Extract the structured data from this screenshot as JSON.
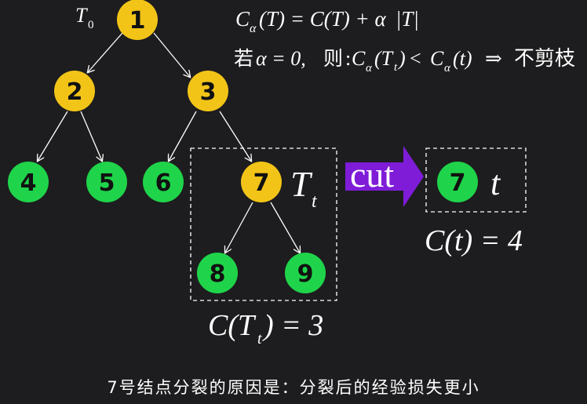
{
  "tree": {
    "root_label": "T",
    "root_label_sub": "0",
    "nodes": [
      {
        "id": "1",
        "color": "yellow"
      },
      {
        "id": "2",
        "color": "yellow"
      },
      {
        "id": "3",
        "color": "yellow"
      },
      {
        "id": "4",
        "color": "green"
      },
      {
        "id": "5",
        "color": "green"
      },
      {
        "id": "6",
        "color": "green"
      },
      {
        "id": "7",
        "color": "yellow"
      },
      {
        "id": "8",
        "color": "green"
      },
      {
        "id": "9",
        "color": "green"
      }
    ],
    "subtree_label": "T",
    "subtree_label_sub": "t",
    "subtree_cost": {
      "lhs": "C(T",
      "sub": "t",
      "rhs": ") = 3"
    }
  },
  "formulas": {
    "line1": {
      "a": "C",
      "a_sub": "α",
      "b": "(T) = C(T) + α",
      "c": "|T|"
    },
    "line2": {
      "prefix": "若",
      "alpha_eq": "α = 0,",
      "then": "则",
      "colon": ":",
      "c1": "C",
      "c1_sub": "α",
      "c1_arg": "(T",
      "c1_arg_sub": "t",
      "c1_close": ")",
      "lt": "<",
      "c2": "C",
      "c2_sub": "α",
      "c2_arg": "(t)",
      "implies": "⇒",
      "result": "不剪枝"
    }
  },
  "arrow": {
    "label": "cut"
  },
  "pruned": {
    "node": "7",
    "label": "t",
    "cost": "C(t) = 4"
  },
  "caption": "7号结点分裂的原因是：分裂后的经验损失更小",
  "colors": {
    "background": "#1d1d1f",
    "yellow": "#f2c418",
    "green": "#1fd44a",
    "arrow": "#7e1cd8"
  }
}
